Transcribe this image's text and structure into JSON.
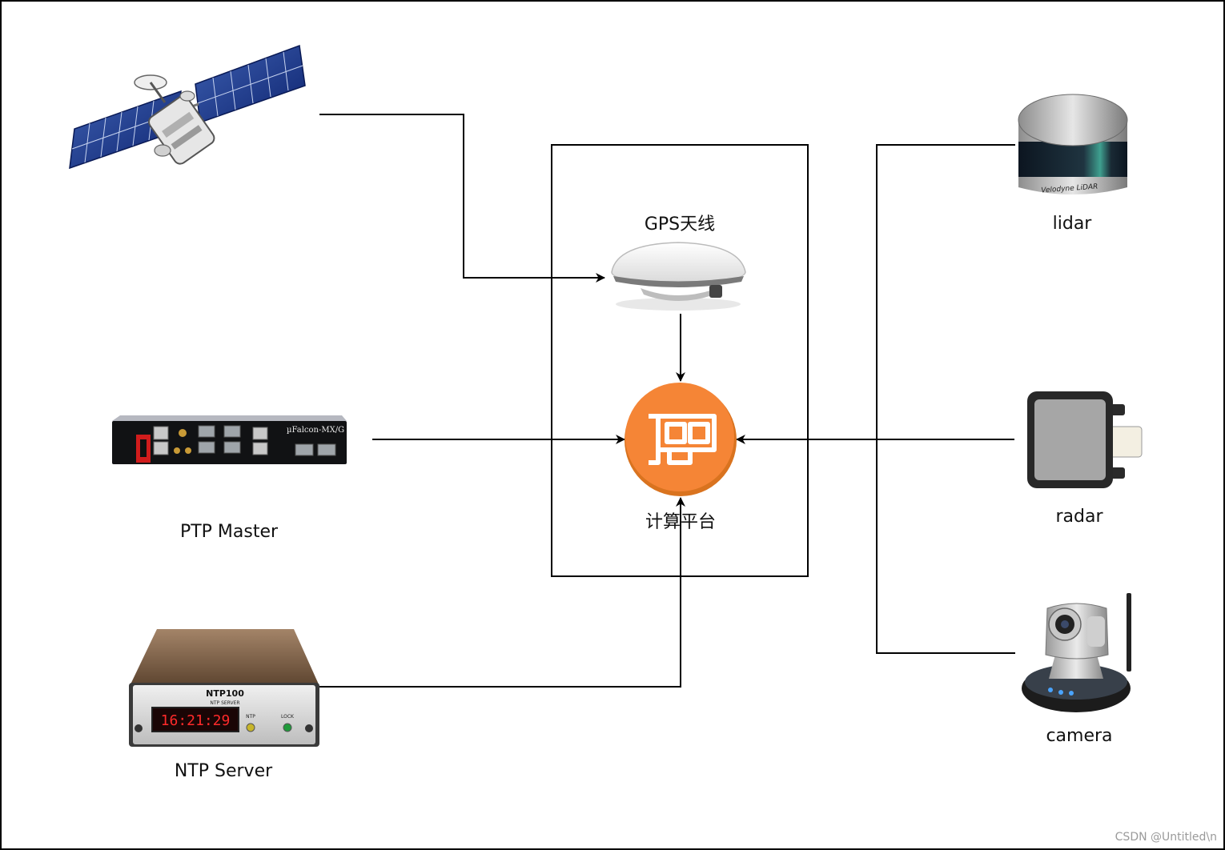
{
  "labels": {
    "gps_antenna": "GPS天线",
    "computing_platform": "计算平台",
    "ptp_master": "PTP Master",
    "ntp_server": "NTP Server",
    "lidar": "lidar",
    "radar": "radar",
    "camera": "camera"
  },
  "device_text": {
    "ptp_model": "µFalcon-MX/G",
    "ntp_model": "NTP100",
    "ntp_subtitle": "NTP SERVER",
    "ntp_display": "16:21:29",
    "ntp_led_ntp": "NTP",
    "ntp_led_lock": "LOCK",
    "lidar_brand": "Velodyne LiDAR"
  },
  "watermark": "CSDN @Untitled\\n",
  "colors": {
    "platform_orange": "#F58536",
    "line": "#000000",
    "frame": "#000000"
  }
}
